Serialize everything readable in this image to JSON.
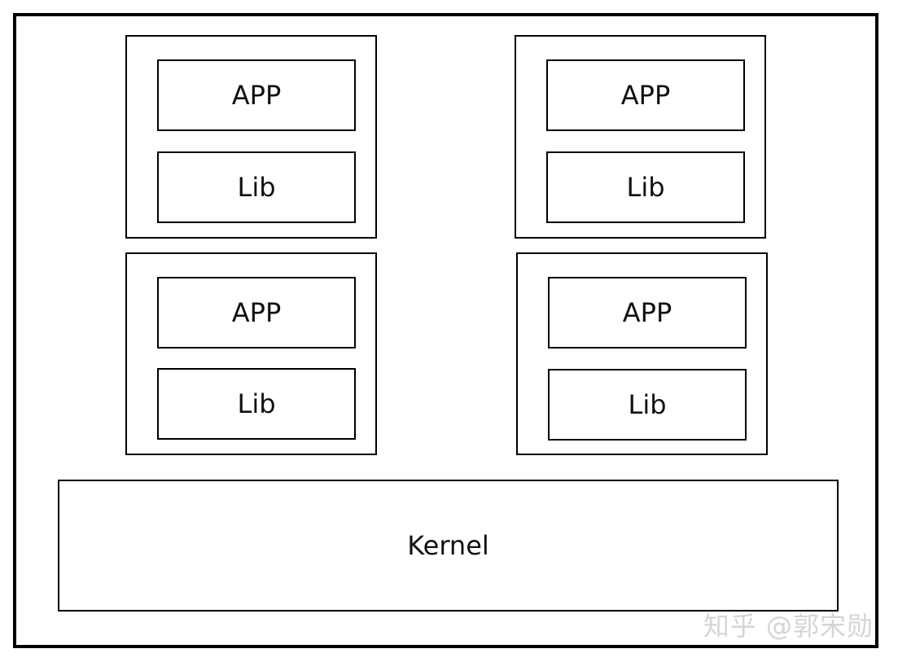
{
  "containers": [
    {
      "app_label": "APP",
      "lib_label": "Lib"
    },
    {
      "app_label": "APP",
      "lib_label": "Lib"
    },
    {
      "app_label": "APP",
      "lib_label": "Lib"
    },
    {
      "app_label": "APP",
      "lib_label": "Lib"
    }
  ],
  "kernel": {
    "label": "Kernel"
  },
  "watermark": "知乎 @郭宋勋"
}
